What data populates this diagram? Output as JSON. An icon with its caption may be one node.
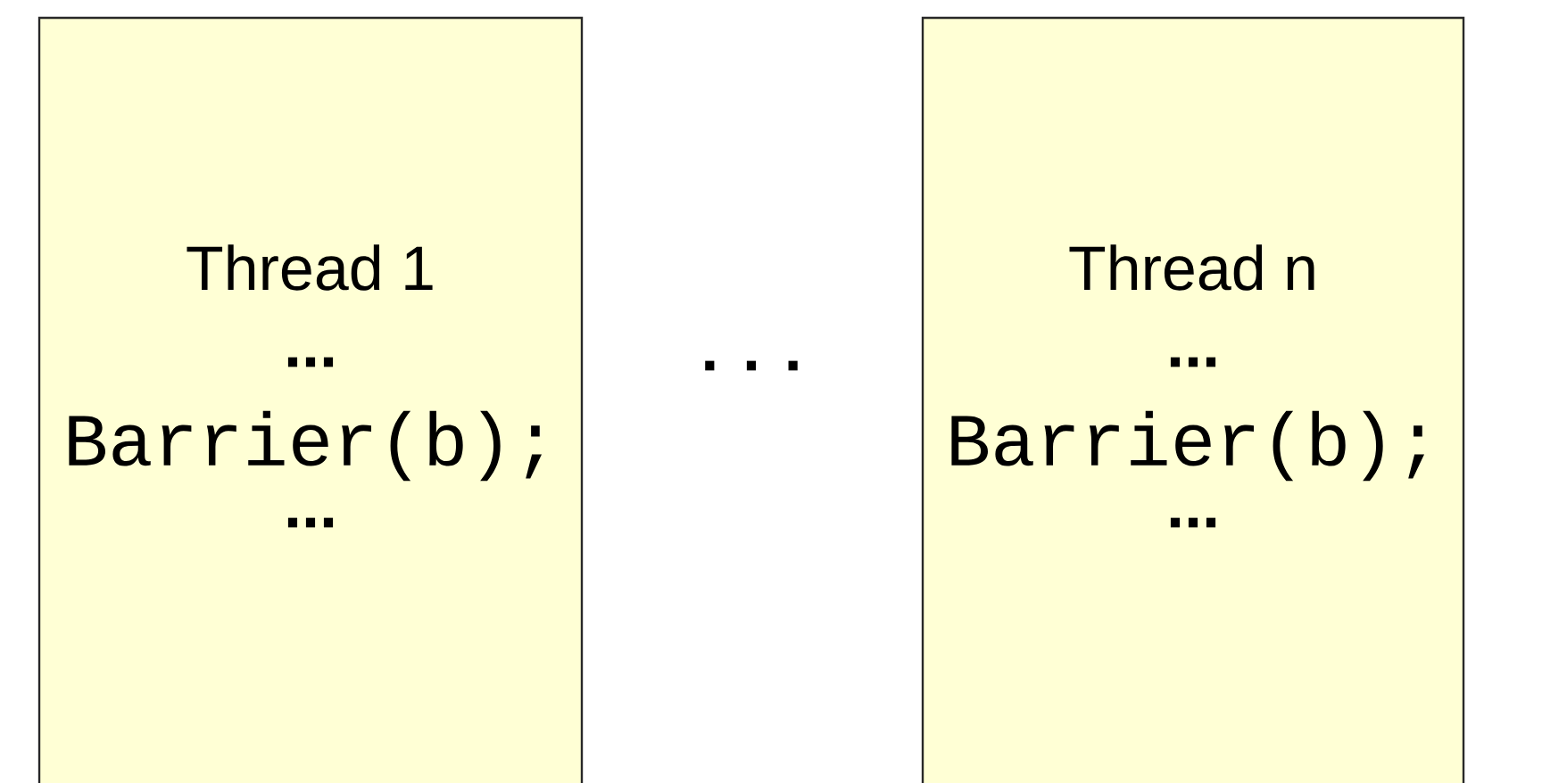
{
  "diagram": {
    "nodes": [
      {
        "text": [
          "Thread 1",
          "...",
          "Barrier(b);",
          "..."
        ]
      },
      {
        "text": [
          "Thread n",
          "...",
          "Barrier(b);",
          "..."
        ]
      }
    ],
    "labels": [
      ". . ."
    ]
  }
}
